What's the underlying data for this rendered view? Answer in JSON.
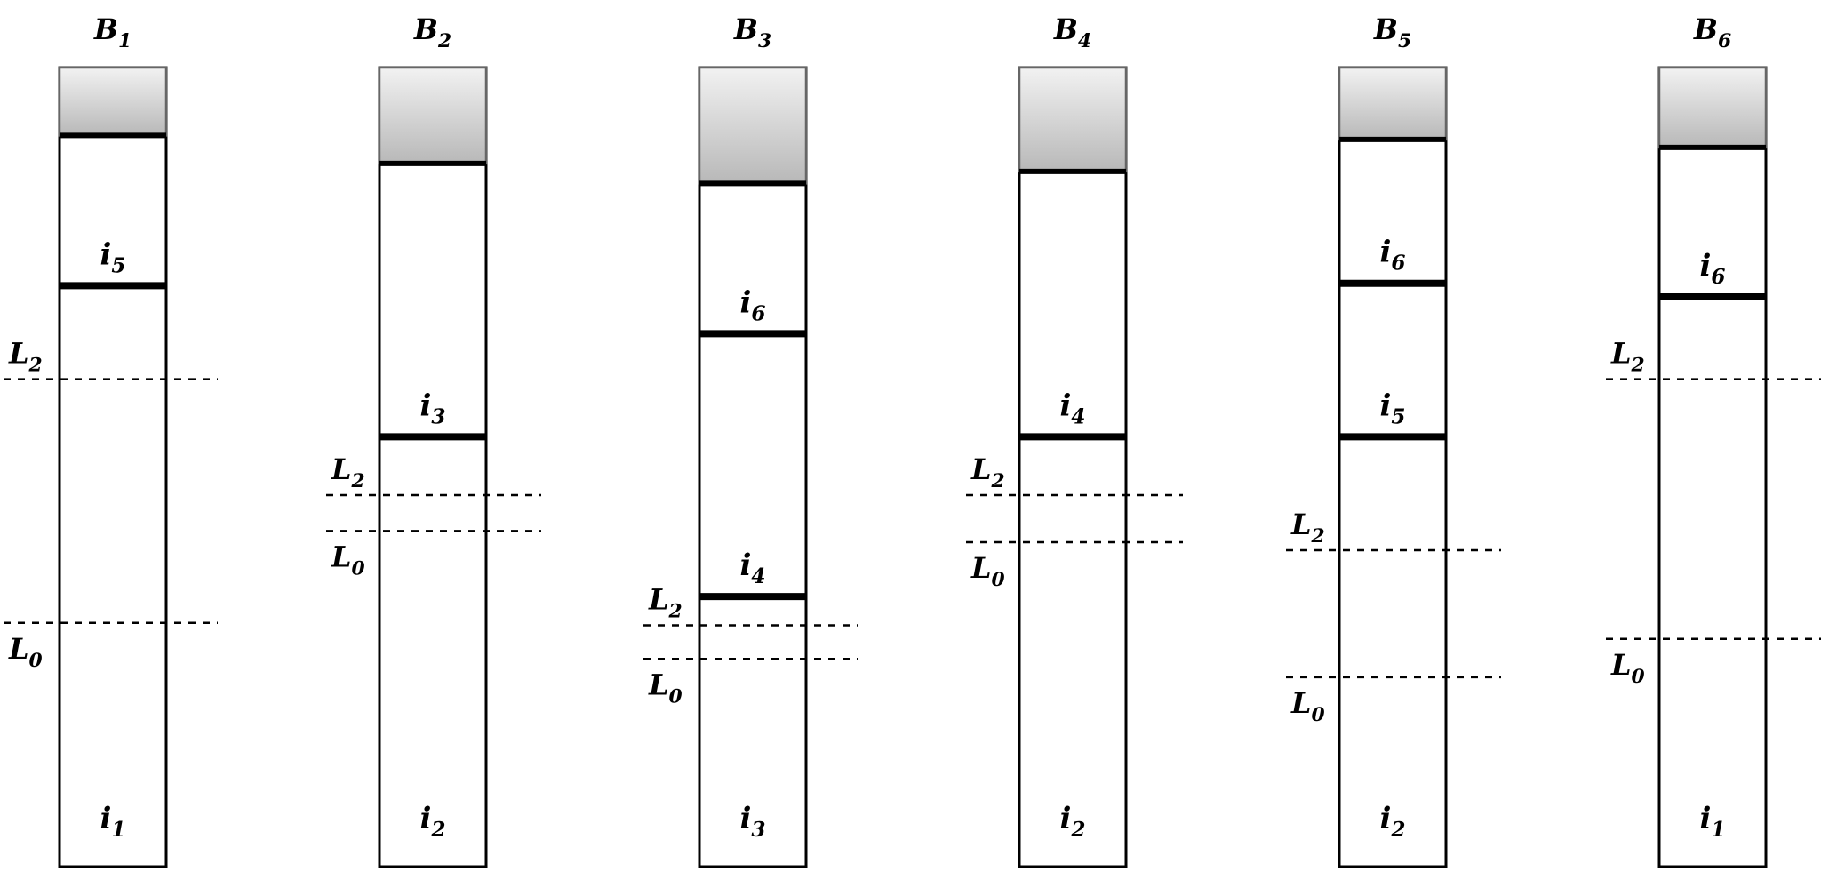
{
  "bins": [
    {
      "name": "B",
      "index": "1",
      "fill_level": 0.085,
      "items": [
        {
          "base": "i",
          "sub": "5",
          "boundary": 0.273
        },
        {
          "base": "i",
          "sub": "1",
          "boundary": null
        }
      ],
      "levels": [
        {
          "base": "L",
          "sub": "2",
          "at": 0.39
        },
        {
          "base": "L",
          "sub": "0",
          "at": 0.695
        }
      ]
    },
    {
      "name": "B",
      "index": "2",
      "fill_level": 0.12,
      "items": [
        {
          "base": "i",
          "sub": "3",
          "boundary": 0.462
        },
        {
          "base": "i",
          "sub": "2",
          "boundary": null
        }
      ],
      "levels": [
        {
          "base": "L",
          "sub": "2",
          "at": 0.535
        },
        {
          "base": "L",
          "sub": "0",
          "at": 0.58
        }
      ]
    },
    {
      "name": "B",
      "index": "3",
      "fill_level": 0.145,
      "items": [
        {
          "base": "i",
          "sub": "6",
          "boundary": 0.333
        },
        {
          "base": "i",
          "sub": "4",
          "boundary": 0.662
        },
        {
          "base": "i",
          "sub": "3",
          "boundary": null
        }
      ],
      "levels": [
        {
          "base": "L",
          "sub": "2",
          "at": 0.698
        },
        {
          "base": "L",
          "sub": "0",
          "at": 0.74
        }
      ]
    },
    {
      "name": "B",
      "index": "4",
      "fill_level": 0.13,
      "items": [
        {
          "base": "i",
          "sub": "4",
          "boundary": 0.462
        },
        {
          "base": "i",
          "sub": "2",
          "boundary": null
        }
      ],
      "levels": [
        {
          "base": "L",
          "sub": "2",
          "at": 0.535
        },
        {
          "base": "L",
          "sub": "0",
          "at": 0.594
        }
      ]
    },
    {
      "name": "B",
      "index": "5",
      "fill_level": 0.09,
      "items": [
        {
          "base": "i",
          "sub": "6",
          "boundary": 0.27
        },
        {
          "base": "i",
          "sub": "5",
          "boundary": 0.462
        },
        {
          "base": "i",
          "sub": "2",
          "boundary": null
        }
      ],
      "levels": [
        {
          "base": "L",
          "sub": "2",
          "at": 0.604
        },
        {
          "base": "L",
          "sub": "0",
          "at": 0.763
        }
      ]
    },
    {
      "name": "B",
      "index": "6",
      "fill_level": 0.1,
      "items": [
        {
          "base": "i",
          "sub": "6",
          "boundary": 0.287
        },
        {
          "base": "i",
          "sub": "1",
          "boundary": null
        }
      ],
      "levels": [
        {
          "base": "L",
          "sub": "2",
          "at": 0.39
        },
        {
          "base": "L",
          "sub": "0",
          "at": 0.715
        }
      ]
    }
  ]
}
